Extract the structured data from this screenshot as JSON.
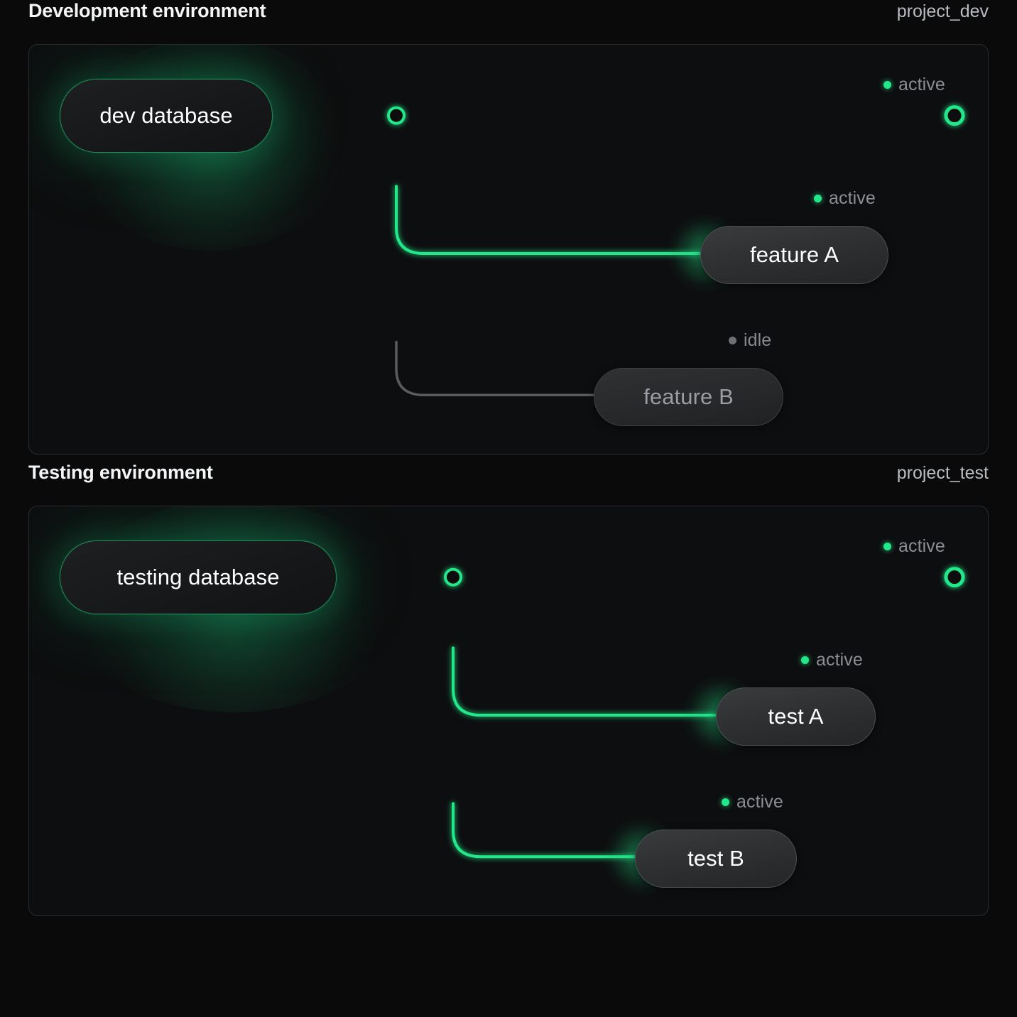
{
  "sections": [
    {
      "id": "development",
      "title": "Development environment",
      "project": "project_dev",
      "source": {
        "label": "dev database",
        "state": "active"
      },
      "trunk_status": {
        "label": "active",
        "state": "active"
      },
      "branches": [
        {
          "label": "feature A",
          "status": "active",
          "state": "active"
        },
        {
          "label": "feature B",
          "status": "idle",
          "state": "idle"
        }
      ]
    },
    {
      "id": "testing",
      "title": "Testing environment",
      "project": "project_test",
      "source": {
        "label": "testing database",
        "state": "active"
      },
      "trunk_status": {
        "label": "active",
        "state": "active"
      },
      "branches": [
        {
          "label": "test A",
          "status": "active",
          "state": "active"
        },
        {
          "label": "test B",
          "status": "active",
          "state": "active"
        }
      ]
    }
  ],
  "colors": {
    "background": "#0a0a0b",
    "panel_background": "#0d0e0f",
    "panel_border": "#2a2c2e",
    "accent_green": "#22e88a",
    "idle_gray": "#5a5c5e",
    "text_primary": "#f2f3f4",
    "text_muted": "#8b8e92"
  }
}
